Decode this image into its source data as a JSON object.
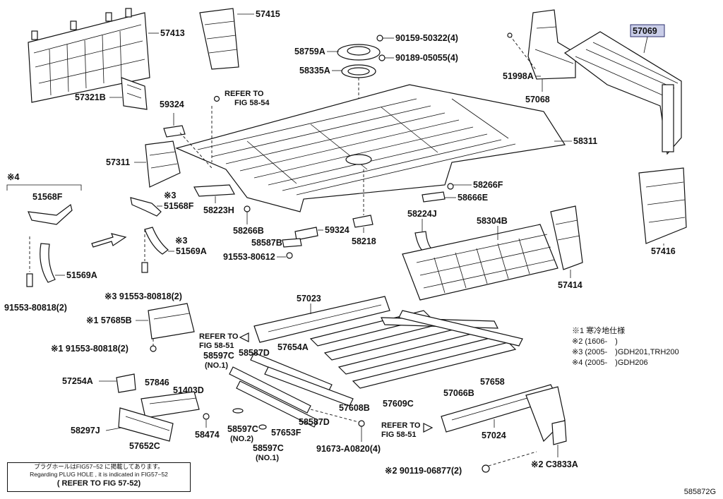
{
  "highlight_part": "57069",
  "labels": {
    "p57413": "57413",
    "p57415": "57415",
    "p57321b": "57321B",
    "p59324a": "59324",
    "p57311": "57311",
    "p58759a": "58759A",
    "p58335a": "58335A",
    "p90159": "90159-50322(4)",
    "p90189": "90189-05055(4)",
    "refer5854_l1": "REFER TO",
    "refer5854_l2": "FIG 58-54",
    "p57069": "57069",
    "p51998a": "51998A",
    "p57068": "57068",
    "p58311": "58311",
    "mark4": "※4",
    "p51568f_a": "51568F",
    "p51568f_b": "51568F",
    "mark3_a": "※3",
    "mark3_b": "※3",
    "p51569a_a": "51569A",
    "p51569a_b": "51569A",
    "p91553_80818_a": "91553-80818(2)",
    "p91553_80818_b": "※3 91553-80818(2)",
    "p58223h": "58223H",
    "p58266b": "58266B",
    "p59324b": "59324",
    "p58587b": "58587B",
    "p91553_80612": "91553-80612",
    "p58218": "58218",
    "p58224j": "58224J",
    "p58266f": "58266F",
    "p58666e": "58666E",
    "p58304b": "58304B",
    "p57416": "57416",
    "p57414": "57414",
    "p57023": "57023",
    "p57685b": "※1 57685B",
    "p91553_80818_c": "※1 91553-80818(2)",
    "refer5851a_l1": "REFER TO",
    "refer5851a_l2": "FIG 58-51",
    "p58597c_a": "58597C",
    "no1_a": "(NO.1)",
    "p58587d_a": "58587D",
    "p57654a": "57654A",
    "p57254a": "57254A",
    "p57846": "57846",
    "p51403d": "51403D",
    "p58297j": "58297J",
    "p57652c": "57652C",
    "p58474": "58474",
    "p58597c_b": "58597C",
    "no2": "(NO.2)",
    "p58597c_c": "58597C",
    "no1_b": "(NO.1)",
    "p57653f": "57653F",
    "p58587d_b": "58587D",
    "p57608b": "57608B",
    "p57609c": "57609C",
    "p57066b": "57066B",
    "p57658": "57658",
    "p91673": "91673-A0820(4)",
    "refer5851b_l1": "REFER TO",
    "refer5851b_l2": "FIG 58-51",
    "p57024": "57024",
    "p90119": "※2 90119-06877(2)",
    "p_c3833a": "※2 C3833A"
  },
  "footnotes": [
    "※1 寒冷地仕様",
    "※2 (1606-　)",
    "※3 (2005-　)GDH201,TRH200",
    "※4 (2005-　)GDH206"
  ],
  "plug_note": {
    "line1": "プラグホールはFIG57−52 に掲載してあります。",
    "line2": "Regarding PLUG HOLE , it is indicated in FIG57−52",
    "line3": "( REFER TO FIG 57-52)"
  },
  "figure_code": "585872G",
  "colors": {
    "highlight_fill": "#c9cde8",
    "ink": "#111111"
  }
}
